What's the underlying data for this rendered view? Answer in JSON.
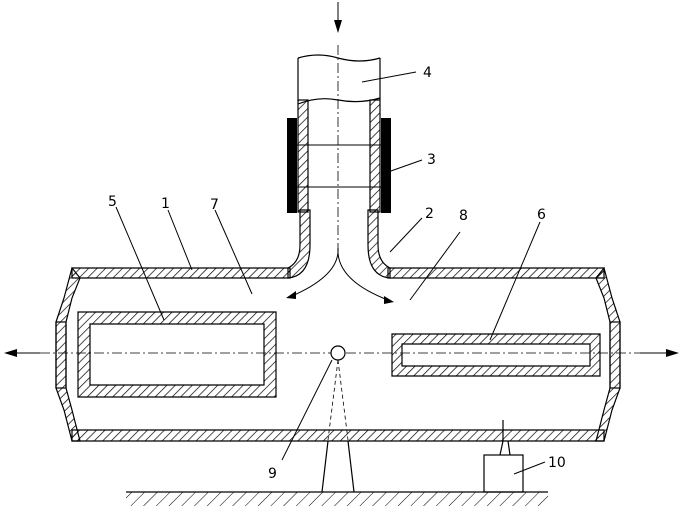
{
  "callouts": {
    "c1": "1",
    "c2": "2",
    "c3": "3",
    "c4": "4",
    "c5": "5",
    "c6": "6",
    "c7": "7",
    "c8": "8",
    "c9": "9",
    "c10": "10"
  },
  "colors": {
    "line": "#000000",
    "background": "#ffffff",
    "clamp_fill": "#000000"
  }
}
